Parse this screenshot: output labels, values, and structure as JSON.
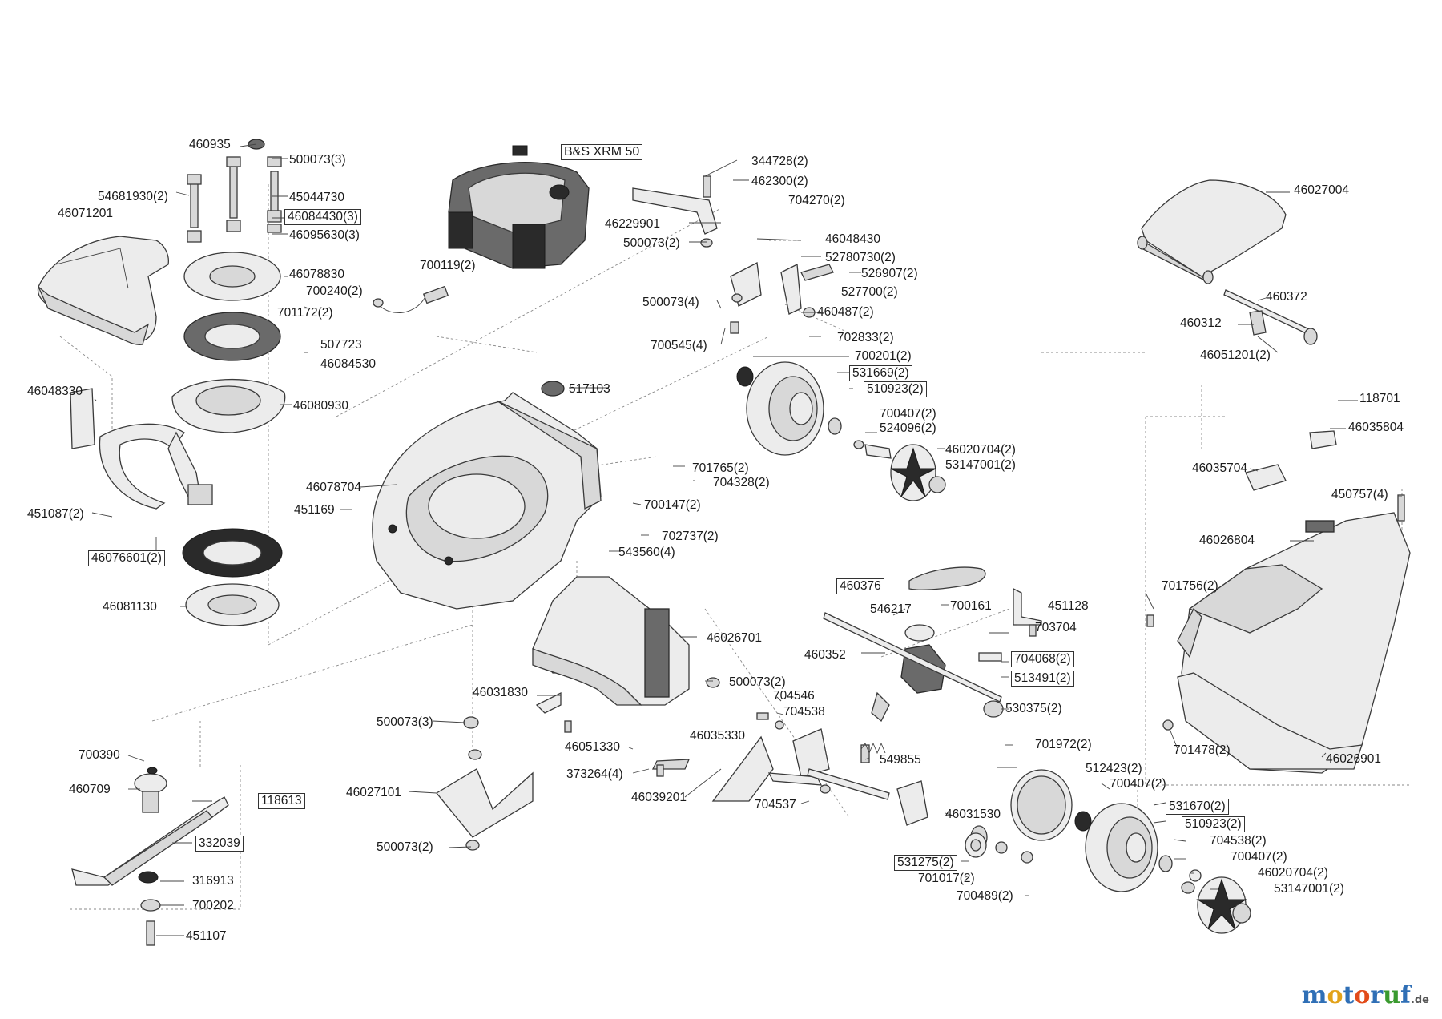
{
  "engine_label": "B&S  XRM 50",
  "labels": {
    "l460935": "460935",
    "l500073_3_top": "500073(3)",
    "l54681930": "54681930(2)",
    "l45044730": "45044730",
    "l46071201": "46071201",
    "l46084430": "46084430(3)",
    "l46095630": "46095630(3)",
    "l46078830": "46078830",
    "l700119": "700119(2)",
    "l700240": "700240(2)",
    "l701172": "701172(2)",
    "l507723": "507723",
    "l46084530": "46084530",
    "l46048330": "46048330",
    "l46080930": "46080930",
    "l451087": "451087(2)",
    "l46076601": "46076601(2)",
    "l46081130": "46081130",
    "l344728": "344728(2)",
    "l462300": "462300(2)",
    "l704270": "704270(2)",
    "l46229901": "46229901",
    "l500073_2a": "500073(2)",
    "l46048430": "46048430",
    "l52780730": "52780730(2)",
    "l526907": "526907(2)",
    "l500073_4": "500073(4)",
    "l527700": "527700(2)",
    "l460487": "460487(2)",
    "l702833": "702833(2)",
    "l700545": "700545(4)",
    "l700201": "700201(2)",
    "l531669": "531669(2)",
    "l510923a": "510923(2)",
    "l700407a": "700407(2)",
    "l524096": "524096(2)",
    "l46020704a": "46020704(2)",
    "l53147001a": "53147001(2)",
    "l517103": "517103",
    "l46078704": "46078704",
    "l451169": "451169",
    "l701765": "701765(2)",
    "l704328": "704328(2)",
    "l700147": "700147(2)",
    "l702737": "702737(2)",
    "l543560": "543560(4)",
    "l46026701": "46026701",
    "l460376": "460376",
    "l546217": "546217",
    "l700161": "700161",
    "l451128": "451128",
    "l703704": "703704",
    "l460352": "460352",
    "l704068": "704068(2)",
    "l513491": "513491(2)",
    "l530375": "530375(2)",
    "l46031830": "46031830",
    "l500073_2b": "500073(2)",
    "l704546": "704546",
    "l704538a": "704538",
    "l500073_3b": "500073(3)",
    "l46051330": "46051330",
    "l46035330": "46035330",
    "l549855": "549855",
    "l701972": "701972(2)",
    "l373264": "373264(4)",
    "l512423": "512423(2)",
    "l700407b": "700407(2)",
    "l46027101": "46027101",
    "l46039201": "46039201",
    "l704537": "704537",
    "l46031530": "46031530",
    "l531670": "531670(2)",
    "l510923b": "510923(2)",
    "l704538b": "704538(2)",
    "l700407c": "700407(2)",
    "l46020704b": "46020704(2)",
    "l53147001b": "53147001(2)",
    "l531275": "531275(2)",
    "l701017": "701017(2)",
    "l700489": "700489(2)",
    "l500073_2c": "500073(2)",
    "l700390": "700390",
    "l460709": "460709",
    "l118613": "118613",
    "l332039": "332039",
    "l316913": "316913",
    "l700202": "700202",
    "l451107": "451107",
    "l46027004": "46027004",
    "l460372": "460372",
    "l460312": "460312",
    "l46051201": "46051201(2)",
    "l118701": "118701",
    "l46035804": "46035804",
    "l46035704": "46035704",
    "l450757": "450757(4)",
    "l46026804": "46026804",
    "l701756": "701756(2)",
    "l701478": "701478(2)",
    "l46026901": "46026901"
  },
  "watermark": {
    "letters": [
      "m",
      "o",
      "t",
      "o",
      "r",
      "u",
      "f"
    ],
    "suffix": ".de"
  }
}
